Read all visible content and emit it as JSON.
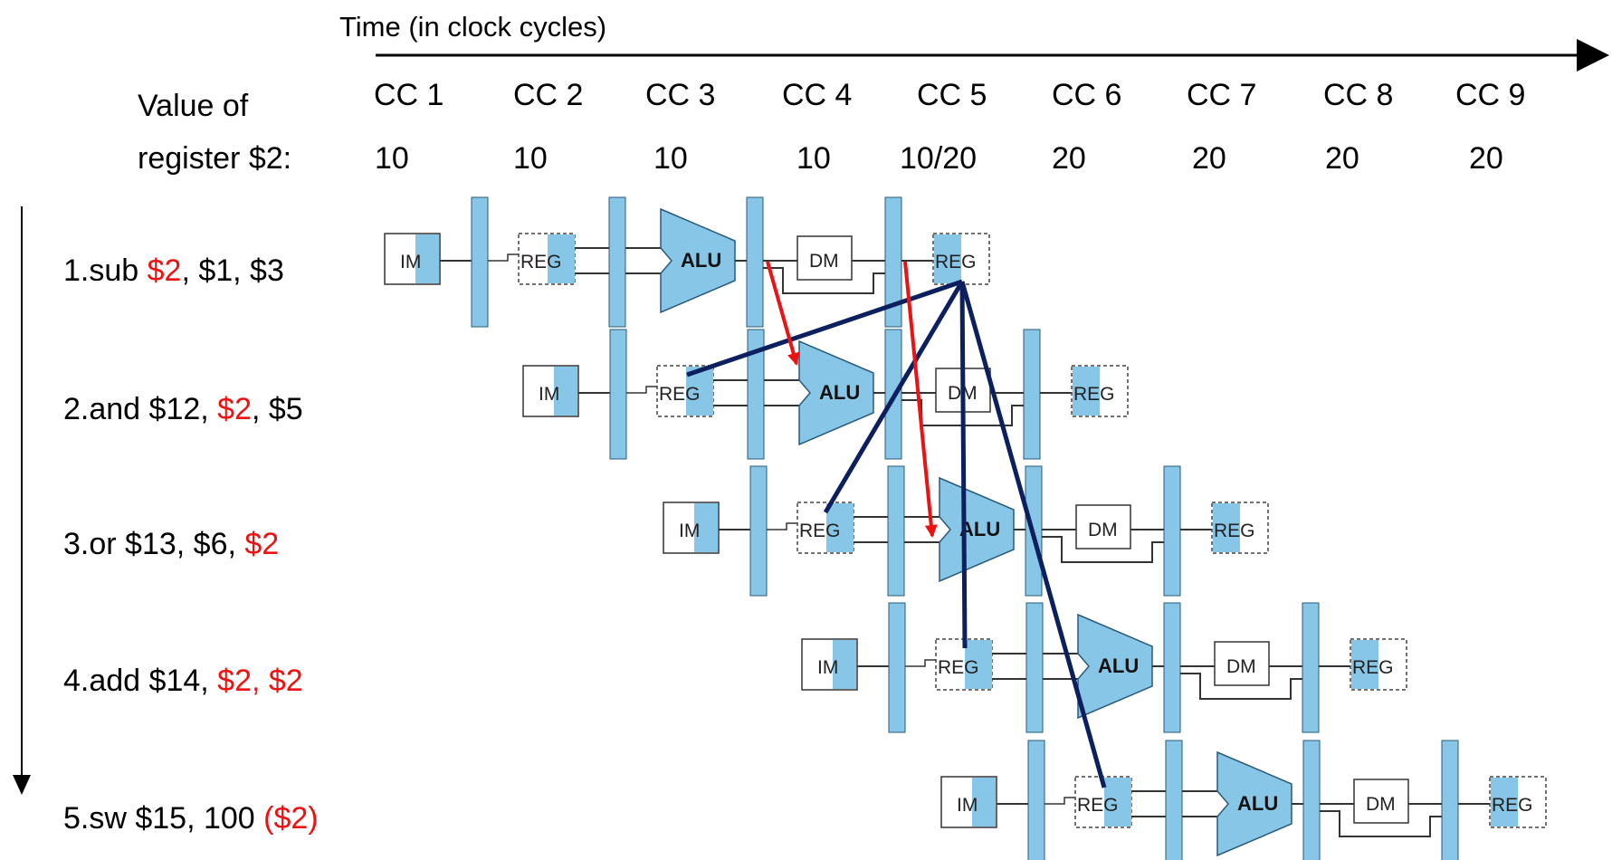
{
  "header": {
    "time_label": "Time (in clock cycles)",
    "value_label_line1": "Value of",
    "value_label_line2": "register $2:",
    "cycles": [
      "CC 1",
      "CC 2",
      "CC 3",
      "CC 4",
      "CC 5",
      "CC 6",
      "CC 7",
      "CC 8",
      "CC 9"
    ],
    "values": [
      "10",
      "10",
      "10",
      "10",
      "10/20",
      "20",
      "20",
      "20",
      "20"
    ]
  },
  "instructions": [
    {
      "parts": [
        {
          "text": "1.sub ",
          "color": "black"
        },
        {
          "text": "$2",
          "color": "red"
        },
        {
          "text": ", $1, $3",
          "color": "black"
        }
      ]
    },
    {
      "parts": [
        {
          "text": "2.and $12, ",
          "color": "black"
        },
        {
          "text": "$2",
          "color": "red"
        },
        {
          "text": ", $5",
          "color": "black"
        }
      ]
    },
    {
      "parts": [
        {
          "text": "3.or $13, $6, ",
          "color": "black"
        },
        {
          "text": "$2",
          "color": "red"
        }
      ]
    },
    {
      "parts": [
        {
          "text": "4.add $14, ",
          "color": "black"
        },
        {
          "text": "$2, $2",
          "color": "red"
        }
      ]
    },
    {
      "parts": [
        {
          "text": "5.sw $15, 100 ",
          "color": "black"
        },
        {
          "text": "($2)",
          "color": "red"
        }
      ]
    }
  ],
  "stage_labels": {
    "im": "IM",
    "reg": "REG",
    "alu": "ALU",
    "dm": "DM"
  },
  "colors": {
    "stage_fill": "#87c6e6",
    "stage_stroke": "#2a5a7a",
    "forward_arrow": "#ee1111",
    "dependence_line": "#0c1f5e",
    "red_text": "#ee1111"
  }
}
